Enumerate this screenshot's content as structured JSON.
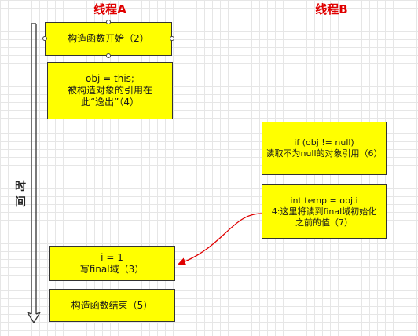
{
  "headers": {
    "thread_a": "线程A",
    "thread_b": "线程B"
  },
  "timeline": {
    "label": "时\n间"
  },
  "boxes": {
    "ctor_start": "构造函数开始（2）",
    "obj_escape": "obj = this;\n被构造对象的引用在\n此“逸出”（4）",
    "write_final": "i = 1\n写final域（3）",
    "ctor_end": "构造函数结束（5）",
    "read_ref": "if (obj != null)\n读取不为null的对象引用（6）",
    "read_final": "int temp = obj.i\n4:这里将读到final域初始化\n之前的值（7）"
  },
  "colors": {
    "header": "#e00000",
    "box_fill": "#ffff00",
    "arrow": "#e00000"
  }
}
